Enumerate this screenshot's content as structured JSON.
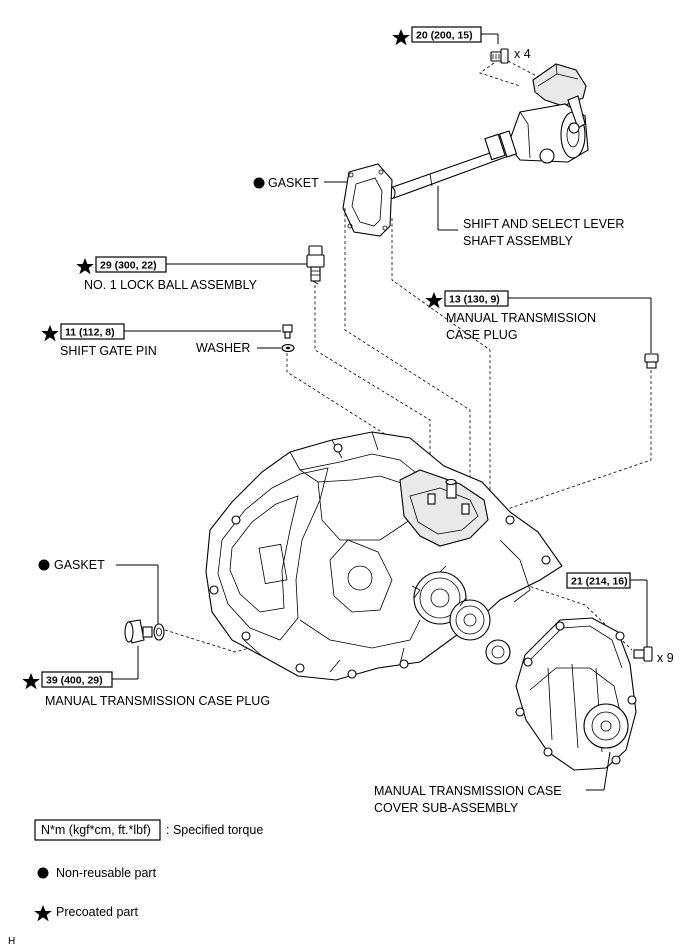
{
  "callouts": {
    "bolt_top": {
      "torque": "20 (200, 15)",
      "qty": "x 4"
    },
    "gasket_top": {
      "label": "GASKET"
    },
    "shift_lever": {
      "line1": "SHIFT AND SELECT LEVER",
      "line2": "SHAFT ASSEMBLY"
    },
    "lock_ball": {
      "torque": "29 (300, 22)",
      "label": "NO. 1 LOCK BALL ASSEMBLY"
    },
    "case_plug_top": {
      "torque": "13 (130, 9)",
      "line1": "MANUAL TRANSMISSION",
      "line2": "CASE PLUG"
    },
    "gate_pin": {
      "torque": "11 (112, 8)",
      "label": "SHIFT GATE PIN"
    },
    "washer": {
      "label": "WASHER"
    },
    "gasket_left": {
      "label": "GASKET"
    },
    "cover_bolt": {
      "torque": "21 (214, 16)",
      "qty": "x 9"
    },
    "case_plug_left": {
      "torque": "39 (400, 29)",
      "label": "MANUAL TRANSMISSION CASE PLUG"
    },
    "cover": {
      "line1": "MANUAL TRANSMISSION CASE",
      "line2": "COVER SUB-ASSEMBLY"
    }
  },
  "legend": {
    "torque_unit": "N*m (kgf*cm, ft.*lbf)",
    "torque_desc": ": Specified torque",
    "nonreusable": "Non-reusable part",
    "precoated": "Precoated part"
  },
  "corner_mark": "H"
}
